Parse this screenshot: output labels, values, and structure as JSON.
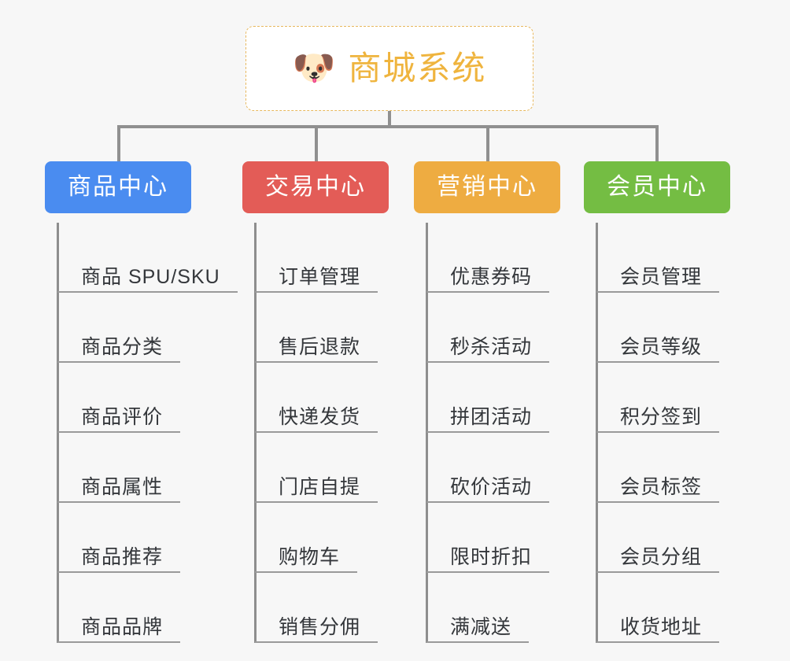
{
  "root": {
    "icon": "shiba-dog-face-emoji",
    "icon_glyph": "🐶",
    "title": "商城系统",
    "title_color": "#efb43e",
    "border_color": "#e8b85e",
    "background": "#ffffff"
  },
  "canvas": {
    "background": "#f7f7f7",
    "connector_color": "#909090"
  },
  "columns": [
    {
      "label": "商品中心",
      "color": "#4a8cf0",
      "width": 186,
      "items": [
        "商品 SPU/SKU",
        "商品分类",
        "商品评价",
        "商品属性",
        "商品推荐",
        "商品品牌"
      ]
    },
    {
      "label": "交易中心",
      "color": "#e35c57",
      "width": 186,
      "items": [
        "订单管理",
        "售后退款",
        "快递发货",
        "门店自提",
        "购物车",
        "销售分佣"
      ]
    },
    {
      "label": "营销中心",
      "color": "#eeac41",
      "width": 186,
      "items": [
        "优惠券码",
        "秒杀活动",
        "拼团活动",
        "砍价活动",
        "限时折扣",
        "满减送"
      ]
    },
    {
      "label": "会员中心",
      "color": "#74bd43",
      "width": 186,
      "items": [
        "会员管理",
        "会员等级",
        "积分签到",
        "会员标签",
        "会员分组",
        "收货地址"
      ]
    }
  ]
}
